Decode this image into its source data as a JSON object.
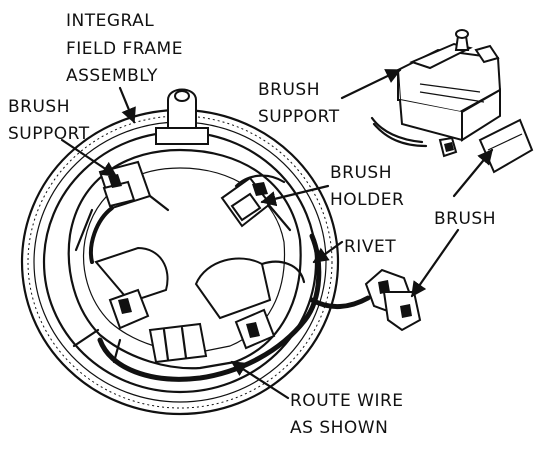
{
  "labels": {
    "integral_field_frame": [
      "INTEGRAL",
      "FIELD FRAME",
      "ASSEMBLY"
    ],
    "brush_support_left": [
      "BRUSH",
      "SUPPORT"
    ],
    "brush_support_right": [
      "BRUSH",
      "SUPPORT"
    ],
    "brush_holder": [
      "BRUSH",
      "HOLDER"
    ],
    "brush": [
      "BRUSH"
    ],
    "rivet": [
      "RIVET"
    ],
    "route_wire": [
      "ROUTE WIRE",
      "AS SHOWN"
    ]
  },
  "colors": {
    "ink": "#111111",
    "paper": "#ffffff"
  }
}
